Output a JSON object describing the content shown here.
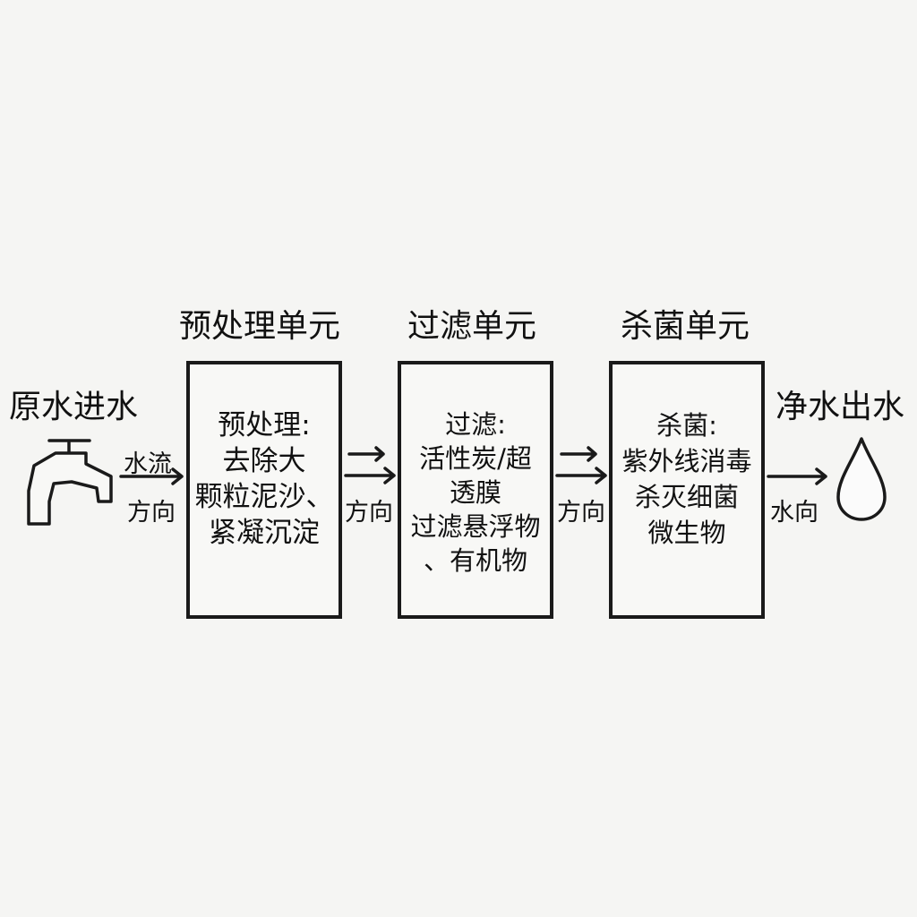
{
  "input": {
    "label": "原水进水",
    "arrow_top": "水流",
    "arrow_bottom": "方向"
  },
  "units": [
    {
      "title": "预处理单元",
      "lines": [
        "预处理:",
        "去除大",
        "颗粒泥沙、",
        "紧凝沉淀"
      ],
      "arrow_label": "方向"
    },
    {
      "title": "过滤单元",
      "lines": [
        "过滤:",
        "活性炭/超",
        "透膜",
        "过滤悬浮物",
        "、有机物"
      ],
      "arrow_label": "方向"
    },
    {
      "title": "杀菌单元",
      "lines": [
        "杀菌:",
        "紫外线消毒",
        "杀灭细菌",
        "微生物"
      ],
      "arrow_label": "水向"
    }
  ],
  "output": {
    "label": "净水出水"
  }
}
